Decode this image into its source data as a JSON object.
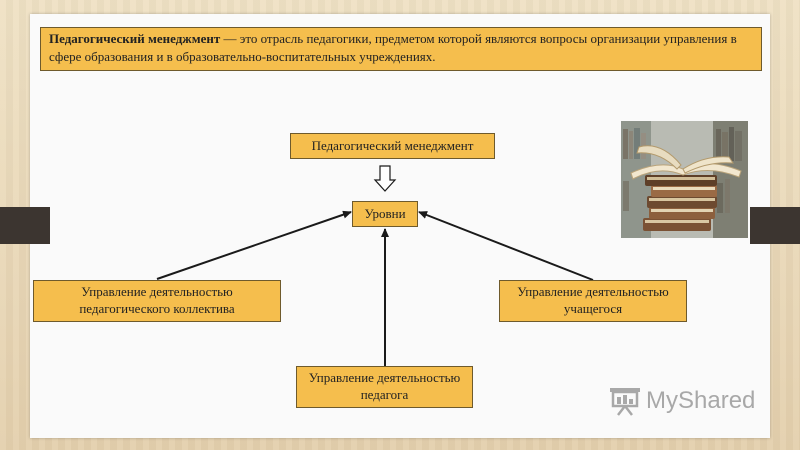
{
  "definition": {
    "term": "Педагогический менеджмент",
    "text": " — это отрасль педагогики, предметом которой являются вопросы организации управления в сфере образования и в образовательно-воспитательных учреждениях."
  },
  "diagram": {
    "top_node": "Педагогический менеджмент",
    "center_node": "Уровни",
    "left_node": "Управление деятельностью педагогического коллектива",
    "right_node": "Управление деятельностью учащегося",
    "bottom_node": "Управление деятельностью педагога"
  },
  "watermark": {
    "brand": "MyShared",
    "icon": "presentation-board-icon"
  },
  "colors": {
    "node_fill": "#f5be4d",
    "node_border": "#6e5a2c",
    "arrow": "#1a1a1a",
    "side_bar": "#3c3530"
  }
}
